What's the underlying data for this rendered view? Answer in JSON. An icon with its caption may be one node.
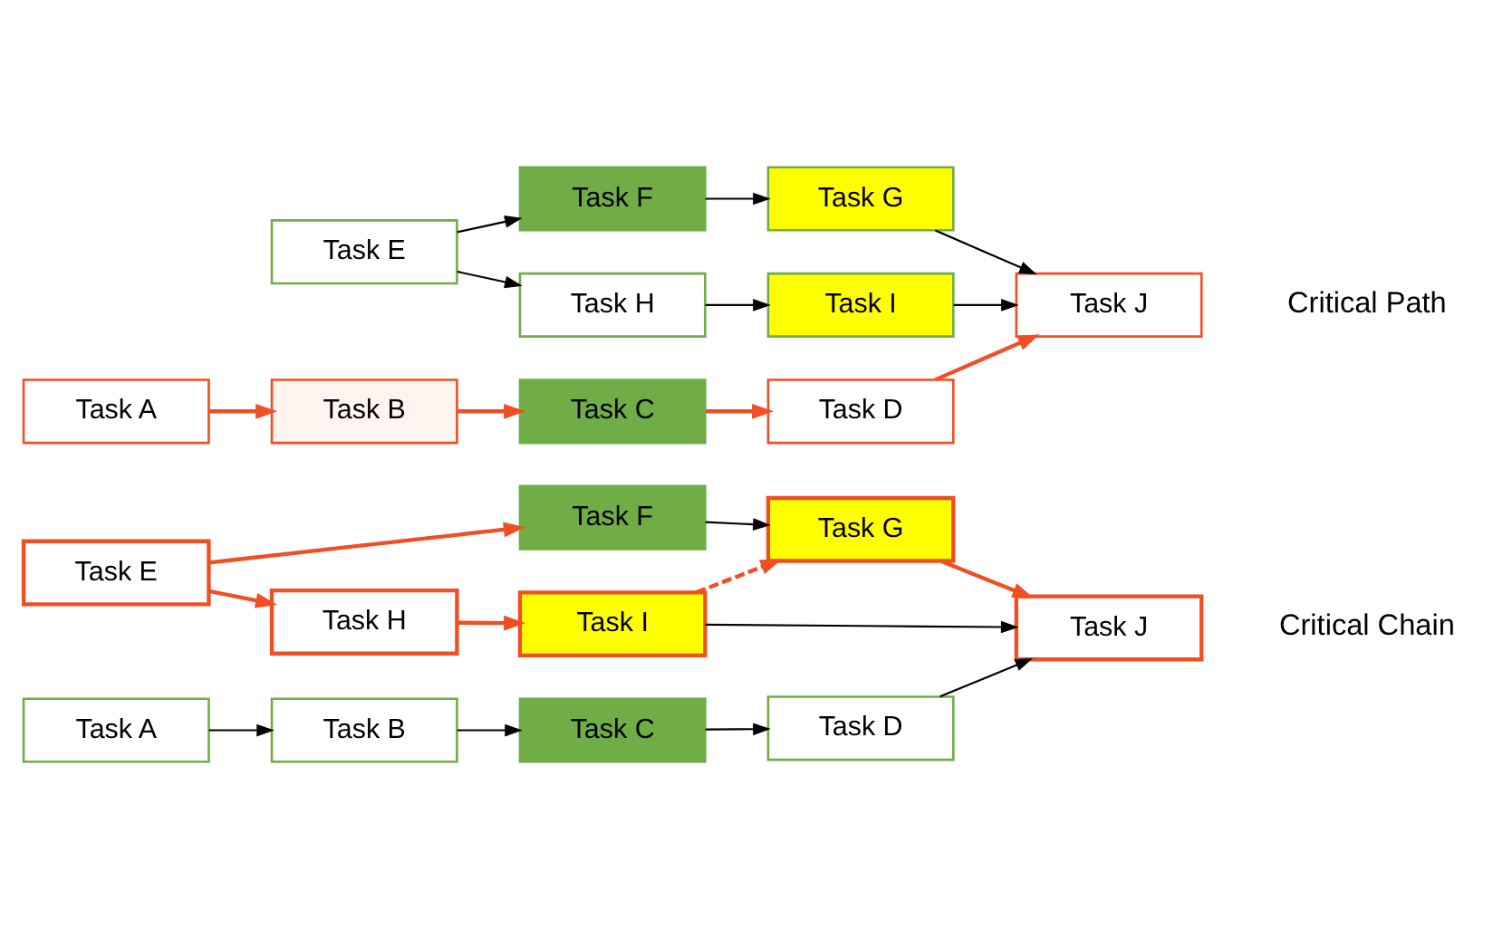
{
  "diagram": {
    "nodes": [
      {
        "text": [
          "Task E"
        ]
      },
      {
        "text": [
          "Task F"
        ]
      },
      {
        "text": [
          "Task G"
        ]
      },
      {
        "text": [
          "Task H"
        ]
      },
      {
        "text": [
          "Task I"
        ]
      },
      {
        "text": [
          "Task A"
        ]
      },
      {
        "text": [
          "Task B"
        ]
      },
      {
        "text": [
          "Task C"
        ]
      },
      {
        "text": [
          "Task D"
        ]
      },
      {
        "text": [
          "Task J"
        ]
      },
      {
        "text": [
          "Task E"
        ]
      },
      {
        "text": [
          "Task F"
        ]
      },
      {
        "text": [
          "Task G"
        ]
      },
      {
        "text": [
          "Task H"
        ]
      },
      {
        "text": [
          "Task I"
        ]
      },
      {
        "text": [
          "Task A"
        ]
      },
      {
        "text": [
          "Task B"
        ]
      },
      {
        "text": [
          "Task C"
        ]
      },
      {
        "text": [
          "Task D"
        ]
      },
      {
        "text": [
          "Task J"
        ]
      }
    ],
    "edges": [
      {
        "from": 0,
        "to": 1,
        "arrow": "to",
        "color": "#f04e23"
      },
      {
        "from": 0,
        "to": 3,
        "arrow": "to",
        "color": "#f04e23"
      },
      {
        "from": 1,
        "to": 2,
        "arrow": "to"
      },
      {
        "from": 3,
        "to": 4,
        "arrow": "to",
        "color": "#f04e23"
      },
      {
        "from": 4,
        "to": 2,
        "arrow": "to",
        "style": "dashed",
        "color": "#f04e23"
      },
      {
        "from": 2,
        "to": 9,
        "arrow": "to",
        "color": "#f04e23"
      },
      {
        "from": 4,
        "to": 9,
        "arrow": "to"
      },
      {
        "from": 5,
        "to": 6,
        "arrow": "to"
      },
      {
        "from": 6,
        "to": 7,
        "arrow": "to"
      },
      {
        "from": 7,
        "to": 8,
        "arrow": "to"
      },
      {
        "from": 8,
        "to": 9,
        "arrow": "to"
      },
      {
        "from": 10,
        "to": 11,
        "arrow": "to"
      },
      {
        "from": 10,
        "to": 13,
        "arrow": "to"
      },
      {
        "from": 11,
        "to": 12,
        "arrow": "to"
      },
      {
        "from": 13,
        "to": 14,
        "arrow": "to"
      },
      {
        "from": 12,
        "to": 19,
        "arrow": "to"
      },
      {
        "from": 14,
        "to": 19,
        "arrow": "to"
      },
      {
        "from": 15,
        "to": 16,
        "arrow": "to",
        "color": "#f04e23"
      },
      {
        "from": 16,
        "to": 17,
        "arrow": "to",
        "color": "#f04e23"
      },
      {
        "from": 17,
        "to": 18,
        "arrow": "to",
        "color": "#f04e23"
      },
      {
        "from": 18,
        "to": 19,
        "arrow": "to",
        "color": "#f04e23"
      }
    ],
    "labels": [
      "Critical Chain",
      "Critical Path"
    ]
  }
}
